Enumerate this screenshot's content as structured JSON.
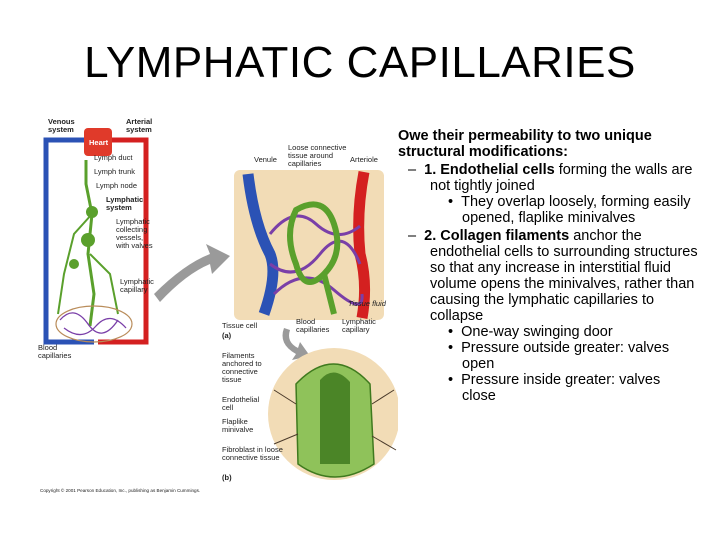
{
  "title": "LYMPHATIC CAPILLARIES",
  "content": {
    "intro": "Owe their permeability to two unique structural modifications:",
    "points": [
      {
        "lead": "1. Endothelial cells",
        "text": " forming the walls are not tightly joined",
        "sub": [
          "They overlap loosely, forming easily opened, flaplike minivalves"
        ]
      },
      {
        "lead": "2. Collagen filaments",
        "text": " anchor the endothelial cells to surrounding structures so that any increase in interstitial fluid volume opens the minivalves, rather than causing the lymphatic capillaries to collapse",
        "sub": [
          "One-way swinging door",
          "Pressure outside greater: valves open",
          "Pressure inside greater: valves close"
        ]
      }
    ]
  },
  "figure": {
    "labels": {
      "venous_system": "Venous system",
      "arterial_system": "Arterial system",
      "heart": "Heart",
      "lymph_duct": "Lymph duct",
      "lymph_trunk": "Lymph trunk",
      "lymph_node": "Lymph node",
      "lymphatic_system": "Lymphatic system",
      "lymphatic_collecting": "Lymphatic collecting vessels, with valves",
      "lymphatic_capillary": "Lymphatic capillary",
      "blood_capillaries_left": "Blood capillaries",
      "venule": "Venule",
      "loose_connective": "Loose connective tissue around capillaries",
      "arteriole": "Arteriole",
      "tissue_fluid": "Tissue fluid",
      "tissue_cell": "Tissue cell",
      "part_a": "(a)",
      "blood_capillaries": "Blood capillaries",
      "lymphatic_capillary_2": "Lymphatic capillary",
      "filaments": "Filaments anchored to connective tissue",
      "endothelial_cell": "Endothelial cell",
      "flaplike_minivalve": "Flaplike minivalve",
      "fibroblast": "Fibroblast in loose connective tissue",
      "part_b": "(b)",
      "copyright": "Copyright © 2001 Pearson Education, Inc., publishing as Benjamin Cummings."
    },
    "colors": {
      "vein": "#2b52b5",
      "artery": "#d42020",
      "lymph": "#5aa02c",
      "heart": "#e03a2a",
      "tissue": "#f2dcb6"
    }
  }
}
